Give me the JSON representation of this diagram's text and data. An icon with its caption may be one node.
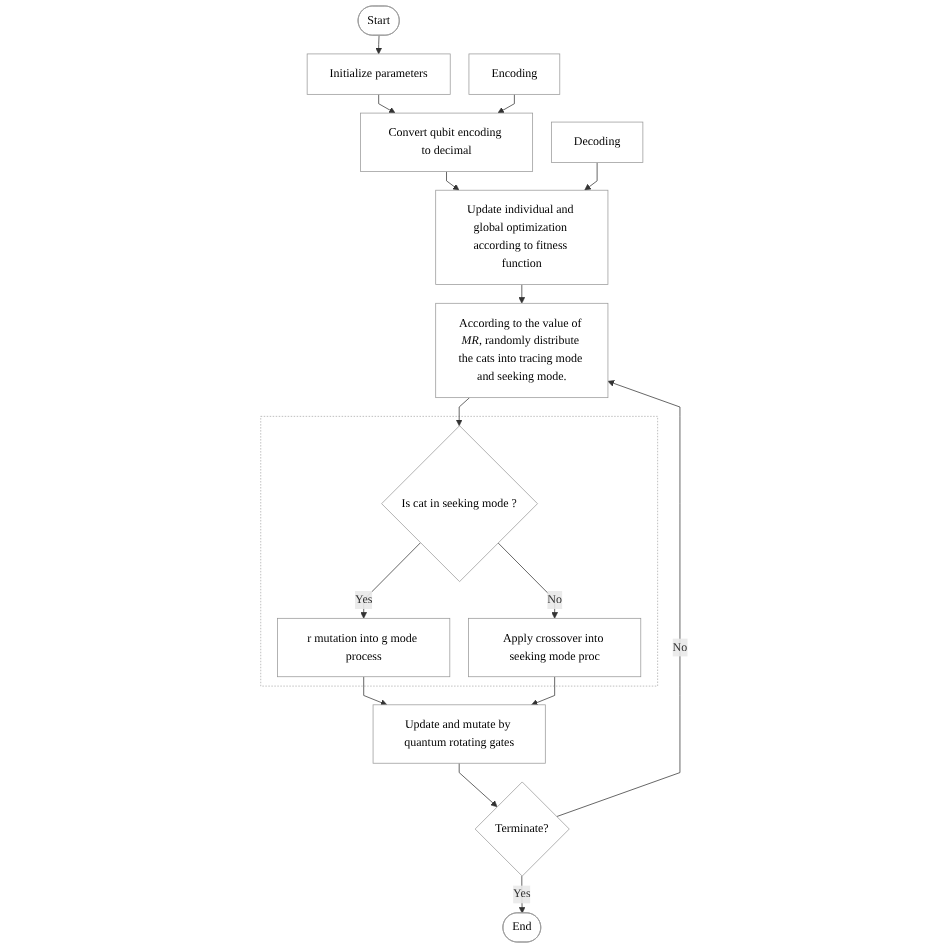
{
  "diagram": {
    "nodes": [
      {
        "text": [
          "Start"
        ]
      },
      {
        "text": [
          "Initialize parameters"
        ]
      },
      {
        "text": [
          "Encoding"
        ]
      },
      {
        "text": [
          "Convert qubit encoding to decimal"
        ]
      },
      {
        "text": [
          "Decoding"
        ]
      },
      {
        "text": [
          "Update individual and global optimization according to fitness function"
        ]
      },
      {
        "text": [
          "According to the value of *MR*, randomly distribute the cats into tracing mode and seeking mode."
        ]
      },
      {
        "text": [],
        "shape": "box"
      },
      {
        "text": [
          "r mutation into g mode process"
        ],
        "in": 7
      },
      {
        "text": [
          "Is cat in seeking mode ?"
        ],
        "in": 7
      },
      {
        "text": [
          "Apply crossover into seeking mode proc"
        ],
        "in": 7
      },
      {
        "text": [
          "Update and mutate by quantum rotating gates"
        ]
      },
      {
        "text": [
          "Terminate?"
        ]
      },
      {
        "text": [
          "End"
        ]
      }
    ],
    "edges": [
      {
        "from": 0,
        "to": 1,
        "arrow": "to"
      },
      {
        "from": 1,
        "to": 3,
        "arrow": "to"
      },
      {
        "from": 2,
        "to": 3,
        "arrow": "to"
      },
      {
        "from": 3,
        "to": 5,
        "arrow": "to"
      },
      {
        "from": 4,
        "to": 5,
        "arrow": "to"
      },
      {
        "from": 5,
        "to": 6,
        "arrow": "to"
      },
      {
        "from": 6,
        "to": 9,
        "arrow": "to"
      },
      {
        "from": 9,
        "to": 8,
        "arrow": "to",
        "label": "Yes"
      },
      {
        "from": 9,
        "to": 10,
        "arrow": "to",
        "label": "No"
      },
      {
        "from": 8,
        "to": 11,
        "arrow": "to"
      },
      {
        "from": 10,
        "to": 11,
        "arrow": "to"
      },
      {
        "from": 11,
        "to": 12,
        "arrow": "to"
      },
      {
        "from": 12,
        "to": 13,
        "arrow": "to",
        "label": "Yes"
      },
      {
        "from": 12,
        "to": 6,
        "arrow": "to",
        "label": "No"
      }
    ]
  }
}
